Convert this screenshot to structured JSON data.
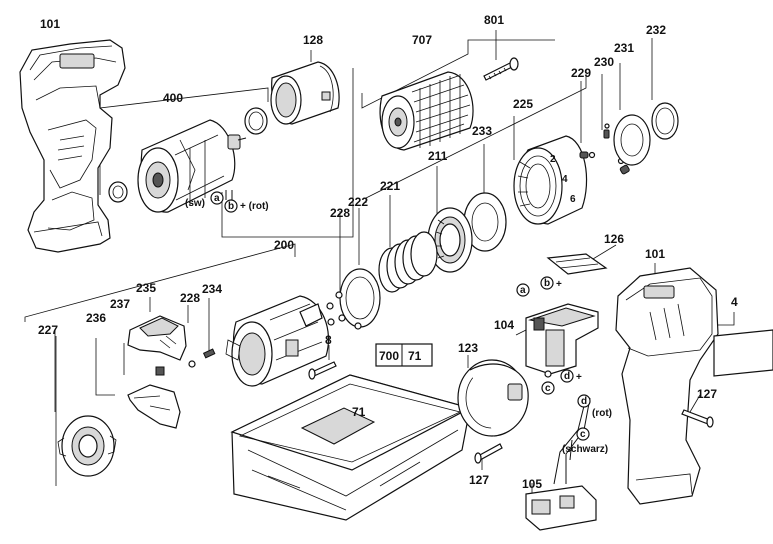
{
  "labels": {
    "p101_top": "101",
    "p128": "128",
    "p707": "707",
    "p801": "801",
    "p232": "232",
    "p231": "231",
    "p230": "230",
    "p229": "229",
    "p225": "225",
    "p400": "400",
    "p233": "233",
    "p211": "211",
    "p221": "221",
    "p222": "222",
    "p228_a": "228",
    "p200": "200",
    "p126": "126",
    "p101_right": "101",
    "p4": "4",
    "p235": "235",
    "p228_b": "228",
    "p234": "234",
    "p237": "237",
    "p236": "236",
    "p227": "227",
    "p104": "104",
    "p8": "8",
    "p123": "123",
    "p127_right": "127",
    "p127_bottom": "127",
    "p105": "105",
    "p71": "71",
    "p700_box": "700",
    "p71_box": "71"
  },
  "wires": {
    "sw": "(sw)",
    "rot": "+ (rot)",
    "rot_d": "(rot)",
    "schwarz": "(schwarz)",
    "plus_b": "+",
    "plus_d": "+"
  },
  "letters": {
    "a1": "a",
    "b1": "b",
    "a2": "a",
    "b2": "b",
    "c2": "c",
    "d2": "d",
    "d3": "d",
    "c3": "c"
  }
}
